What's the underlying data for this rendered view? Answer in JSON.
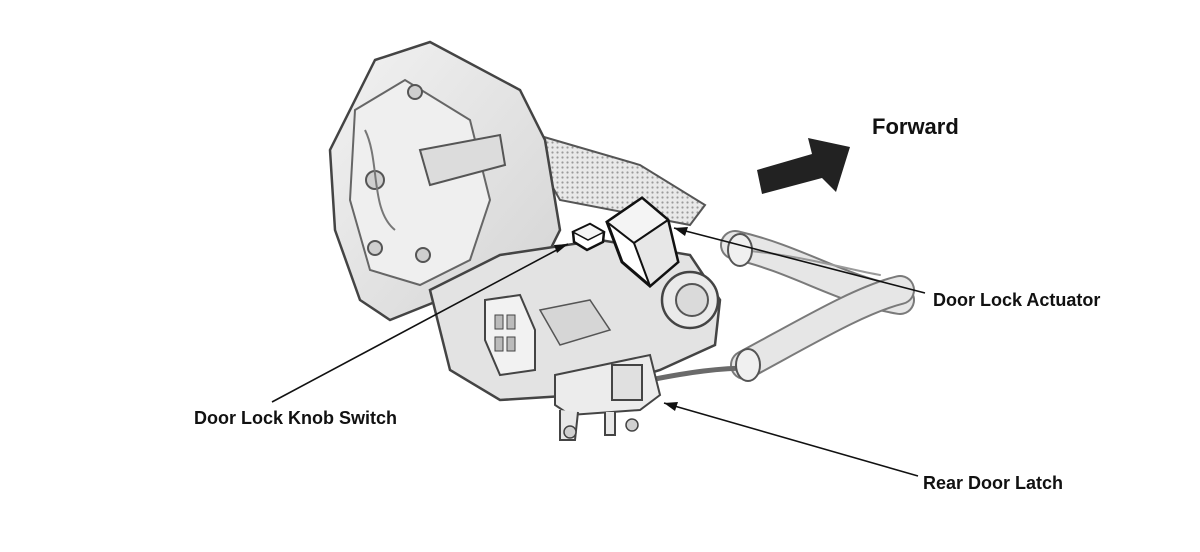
{
  "diagram": {
    "direction_label": "Forward",
    "callouts": {
      "door_lock_actuator": "Door Lock Actuator",
      "door_lock_knob_switch": "Door Lock Knob Switch",
      "rear_door_latch": "Rear Door Latch"
    }
  }
}
